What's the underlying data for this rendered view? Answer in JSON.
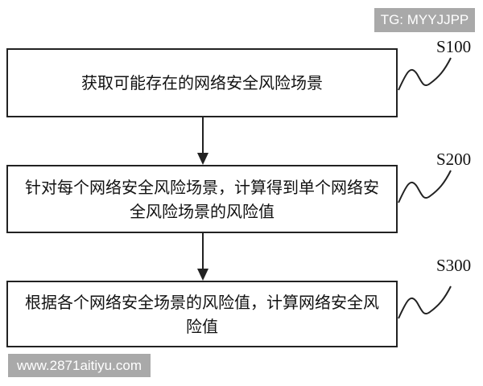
{
  "watermarks": {
    "top_right": "TG: MYYJJPP",
    "bottom_left": "www.2871aitiyu.com"
  },
  "steps": [
    {
      "label": "S100",
      "text": "获取可能存在的网络安全风险场景"
    },
    {
      "label": "S200",
      "text": "针对每个网络安全风险场景，计算得到单个网络安全风险场景的风险值"
    },
    {
      "label": "S300",
      "text": "根据各个网络安全场景的风险值，计算网络安全风险值"
    }
  ],
  "colors": {
    "line": "#222222",
    "watermark_bg": "#a9a9a9",
    "watermark_text": "#ffffff"
  }
}
